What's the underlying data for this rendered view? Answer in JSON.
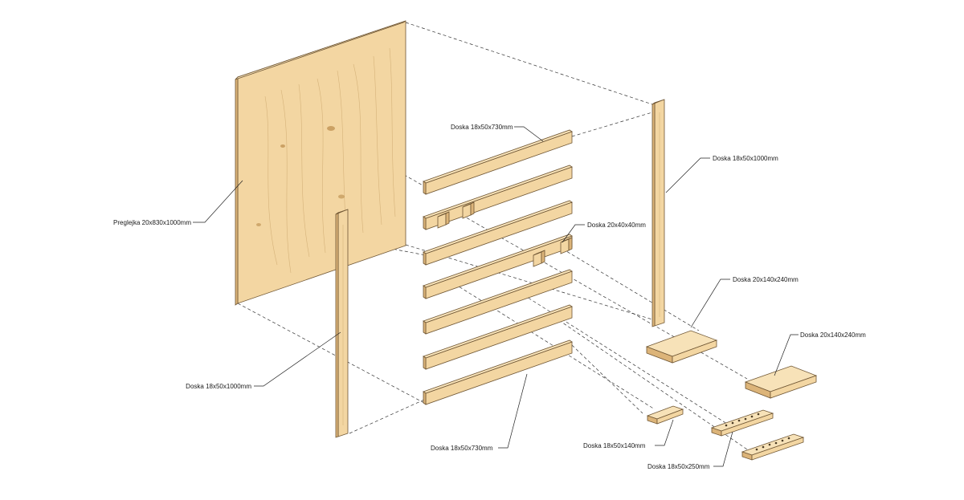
{
  "colors": {
    "wood_face": "#f3d6a2",
    "wood_top": "#f7e2b8",
    "wood_side": "#dcb479",
    "line": "#222222"
  },
  "labels": {
    "plywood": "Preglejka 20x830x1000mm",
    "rail_top": "Doska 18x50x730mm",
    "post_right": "Doska 18x50x1000mm",
    "block": "Doska 20x40x40mm",
    "shelf_left": "Doska 20x140x240mm",
    "shelf_right": "Doska 20x140x240mm",
    "post_left": "Doska 18x50x1000mm",
    "rail_bottom": "Doska 18x50x730mm",
    "short_board": "Doska 18x50x140mm",
    "holed_board": "Doska 18x50x250mm"
  }
}
